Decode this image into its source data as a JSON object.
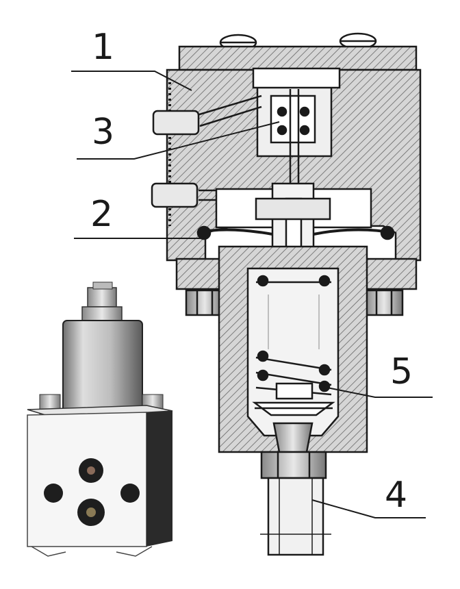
{
  "callouts": [
    {
      "id": "1",
      "label": "1"
    },
    {
      "id": "2",
      "label": "2"
    },
    {
      "id": "3",
      "label": "3"
    },
    {
      "id": "4",
      "label": "4"
    },
    {
      "id": "5",
      "label": "5"
    }
  ],
  "colors": {
    "line": "#1a1a1a",
    "body_fill": "#dcdcdc",
    "hatch": "#555555",
    "chamber_fill": "#f2f2f2",
    "photo_body": "#f4f4f4",
    "photo_shadow": "#2a2a2a",
    "photo_cylinder": "#b9b9b9"
  }
}
